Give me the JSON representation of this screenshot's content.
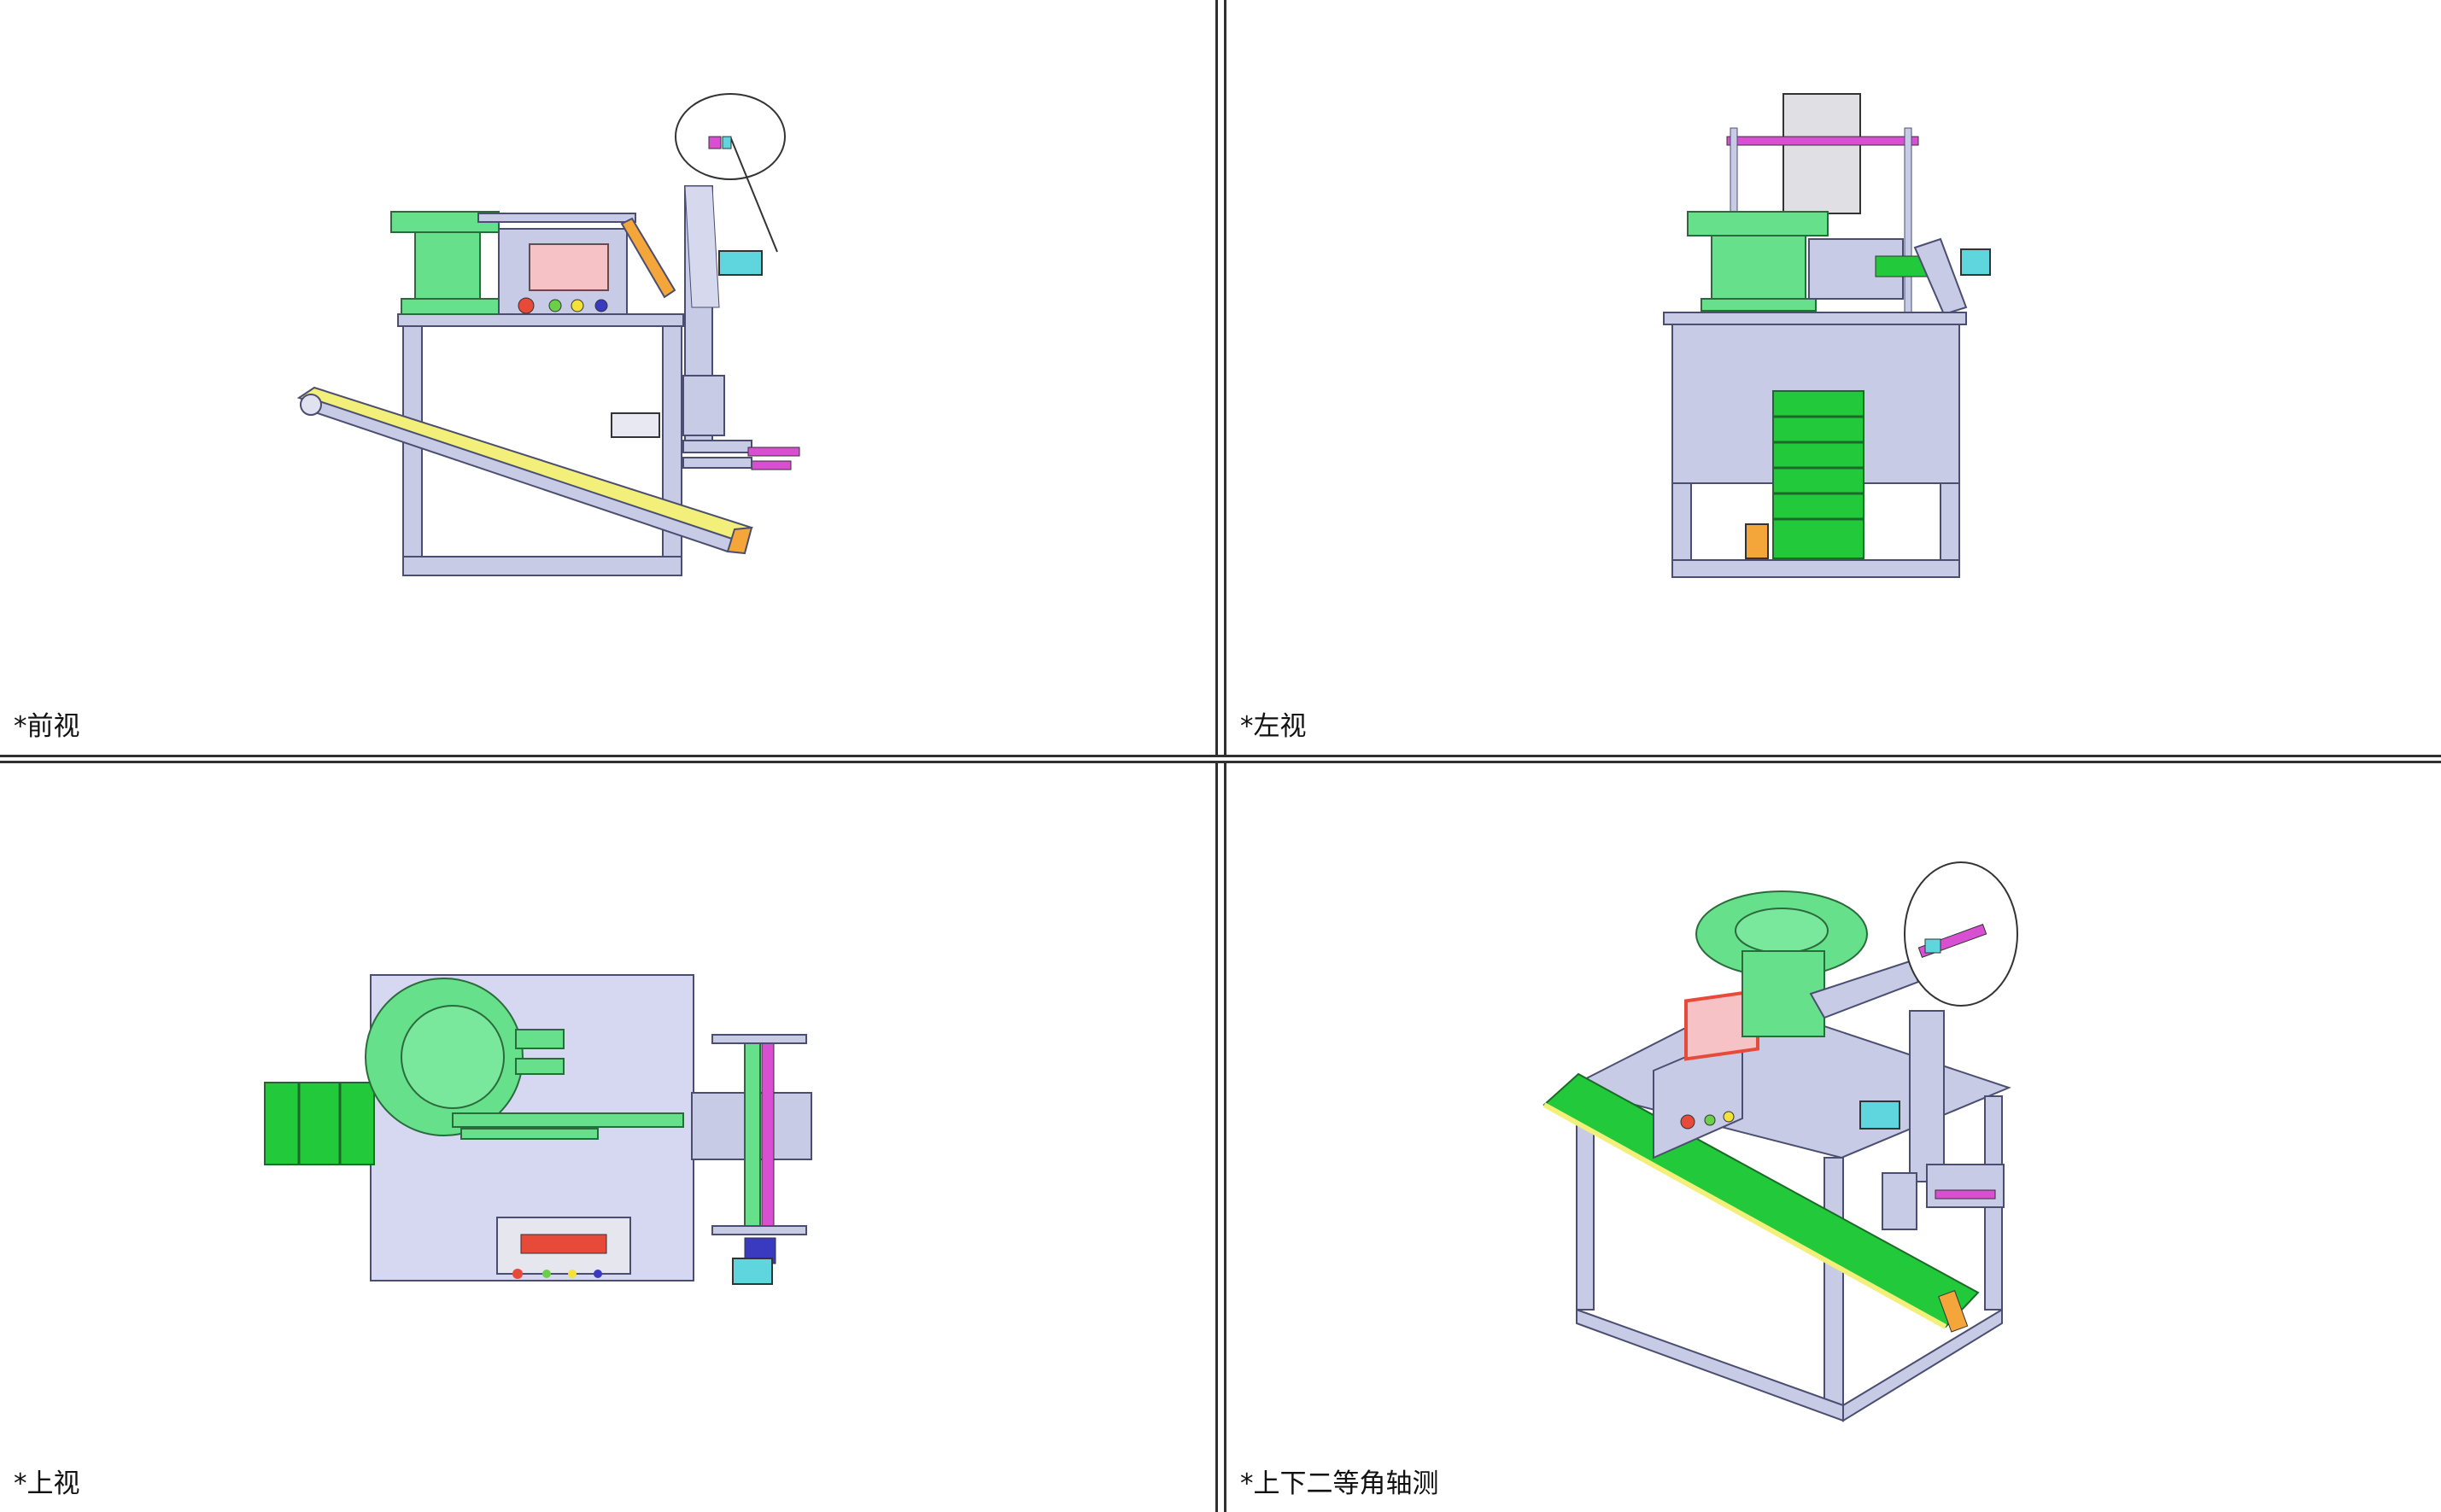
{
  "viewports": {
    "front": {
      "label": "*前视"
    },
    "left": {
      "label": "*左视"
    },
    "top": {
      "label": "*上视"
    },
    "iso": {
      "label": "*上下二等角轴测"
    }
  },
  "colors": {
    "frame": "#c8cbe6",
    "frame_stroke": "#4b4e70",
    "bowl_green": "#66e08a",
    "conveyor_green": "#22c93a",
    "rail_yellow": "#f2f07a",
    "screen_pink": "#f6c2c6",
    "magenta": "#d94fd1",
    "cyan": "#5fd6de",
    "orange": "#f4a63a"
  }
}
